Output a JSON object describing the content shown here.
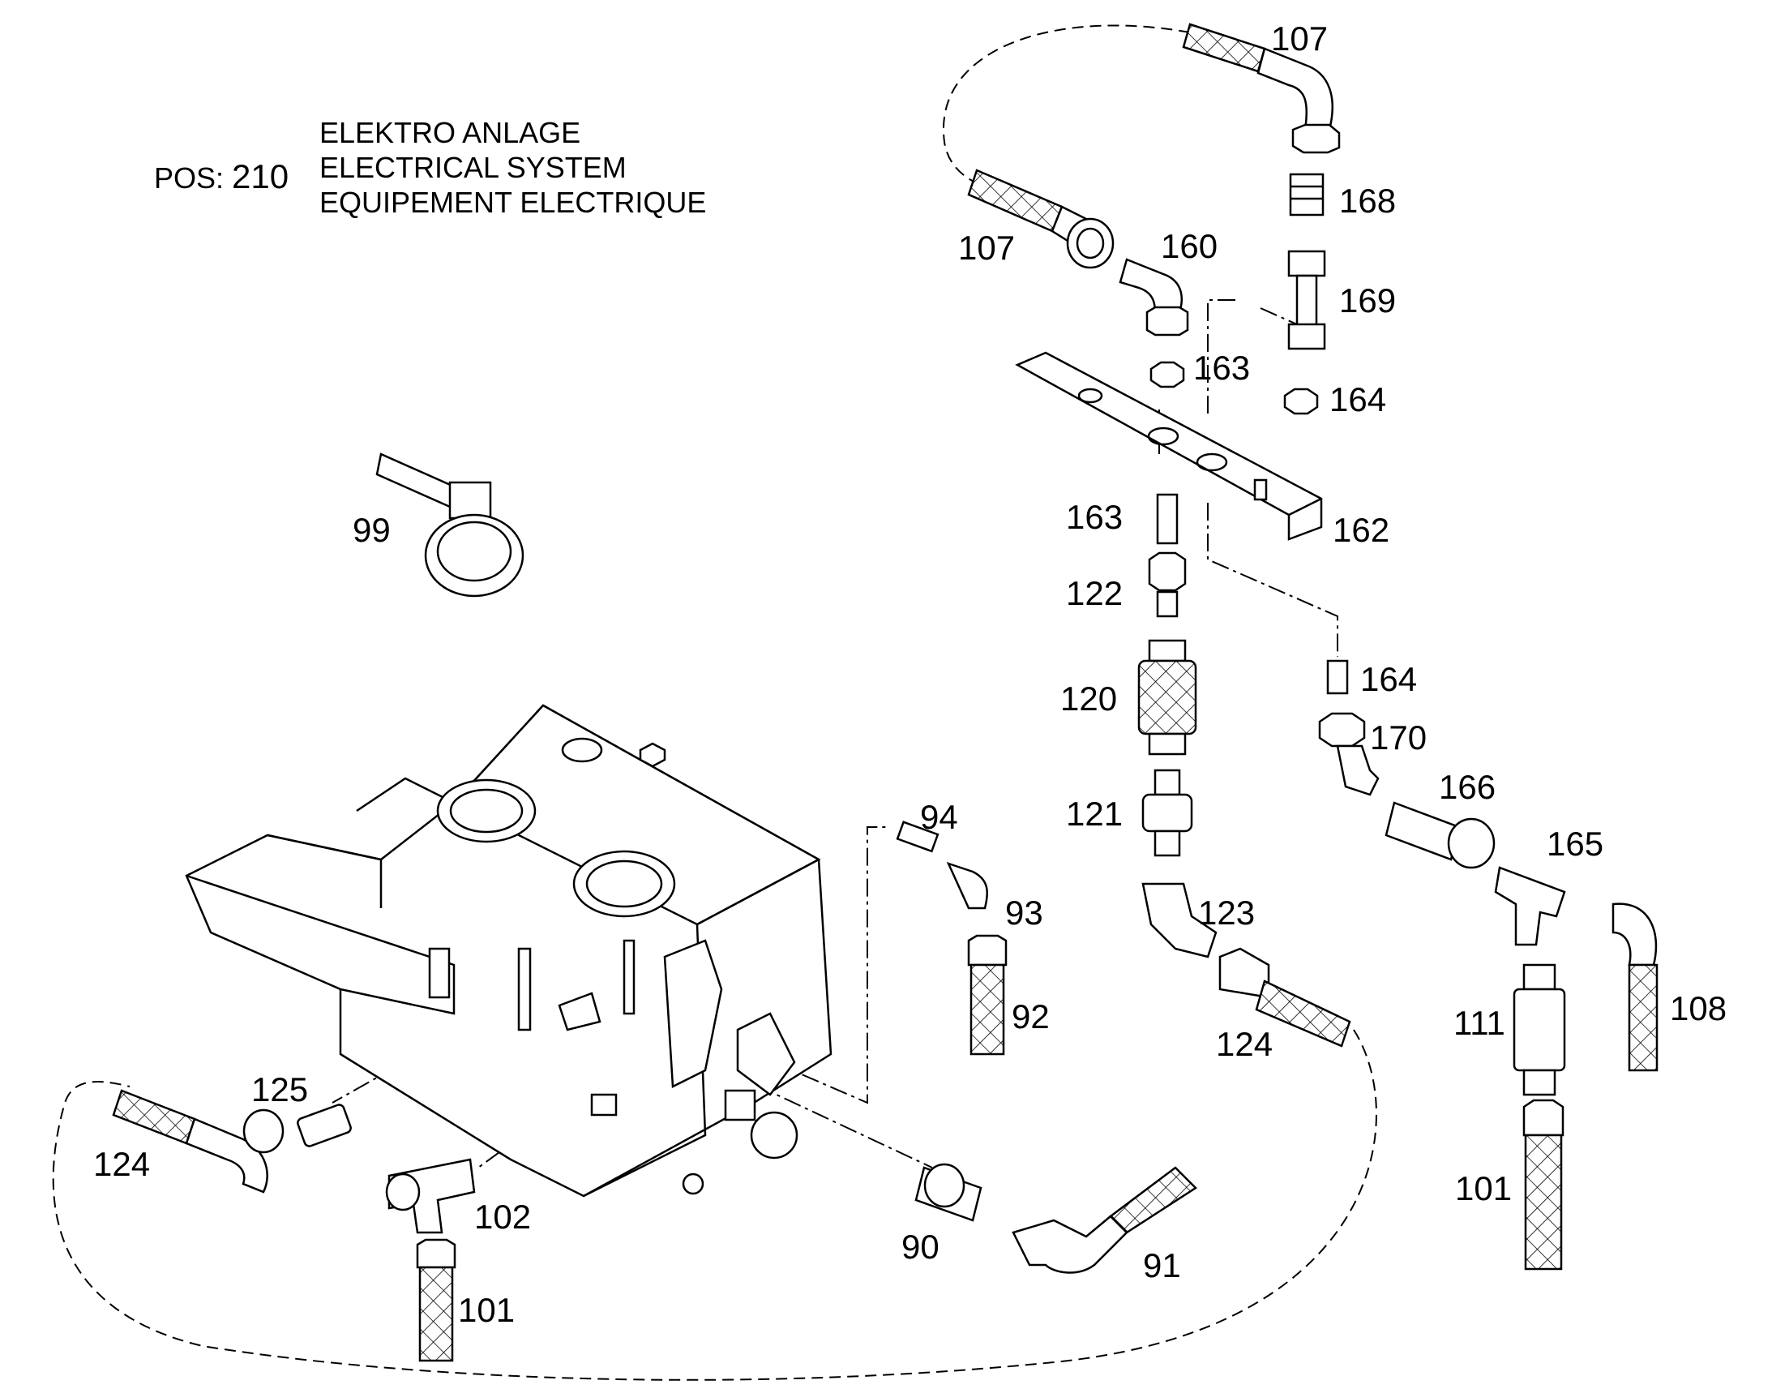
{
  "header": {
    "pos_prefix": "POS:",
    "pos_number": "210",
    "title_de": "ELEKTRO ANLAGE",
    "title_en": "ELECTRICAL SYSTEM",
    "title_fr": "EQUIPEMENT ELECTRIQUE"
  },
  "callouts": {
    "c107a": "107",
    "c107b": "107",
    "c168": "168",
    "c160": "160",
    "c169": "169",
    "c163a": "163",
    "c164a": "164",
    "c163b": "163",
    "c162": "162",
    "c99": "99",
    "c122": "122",
    "c164b": "164",
    "c120": "120",
    "c170": "170",
    "c166": "166",
    "c121": "121",
    "c94": "94",
    "c165": "165",
    "c123": "123",
    "c93": "93",
    "c108": "108",
    "c92": "92",
    "c111": "111",
    "c124a": "124",
    "c125": "125",
    "c124b": "124",
    "c101a": "101",
    "c102": "102",
    "c90": "90",
    "c91": "91",
    "c101b": "101"
  }
}
